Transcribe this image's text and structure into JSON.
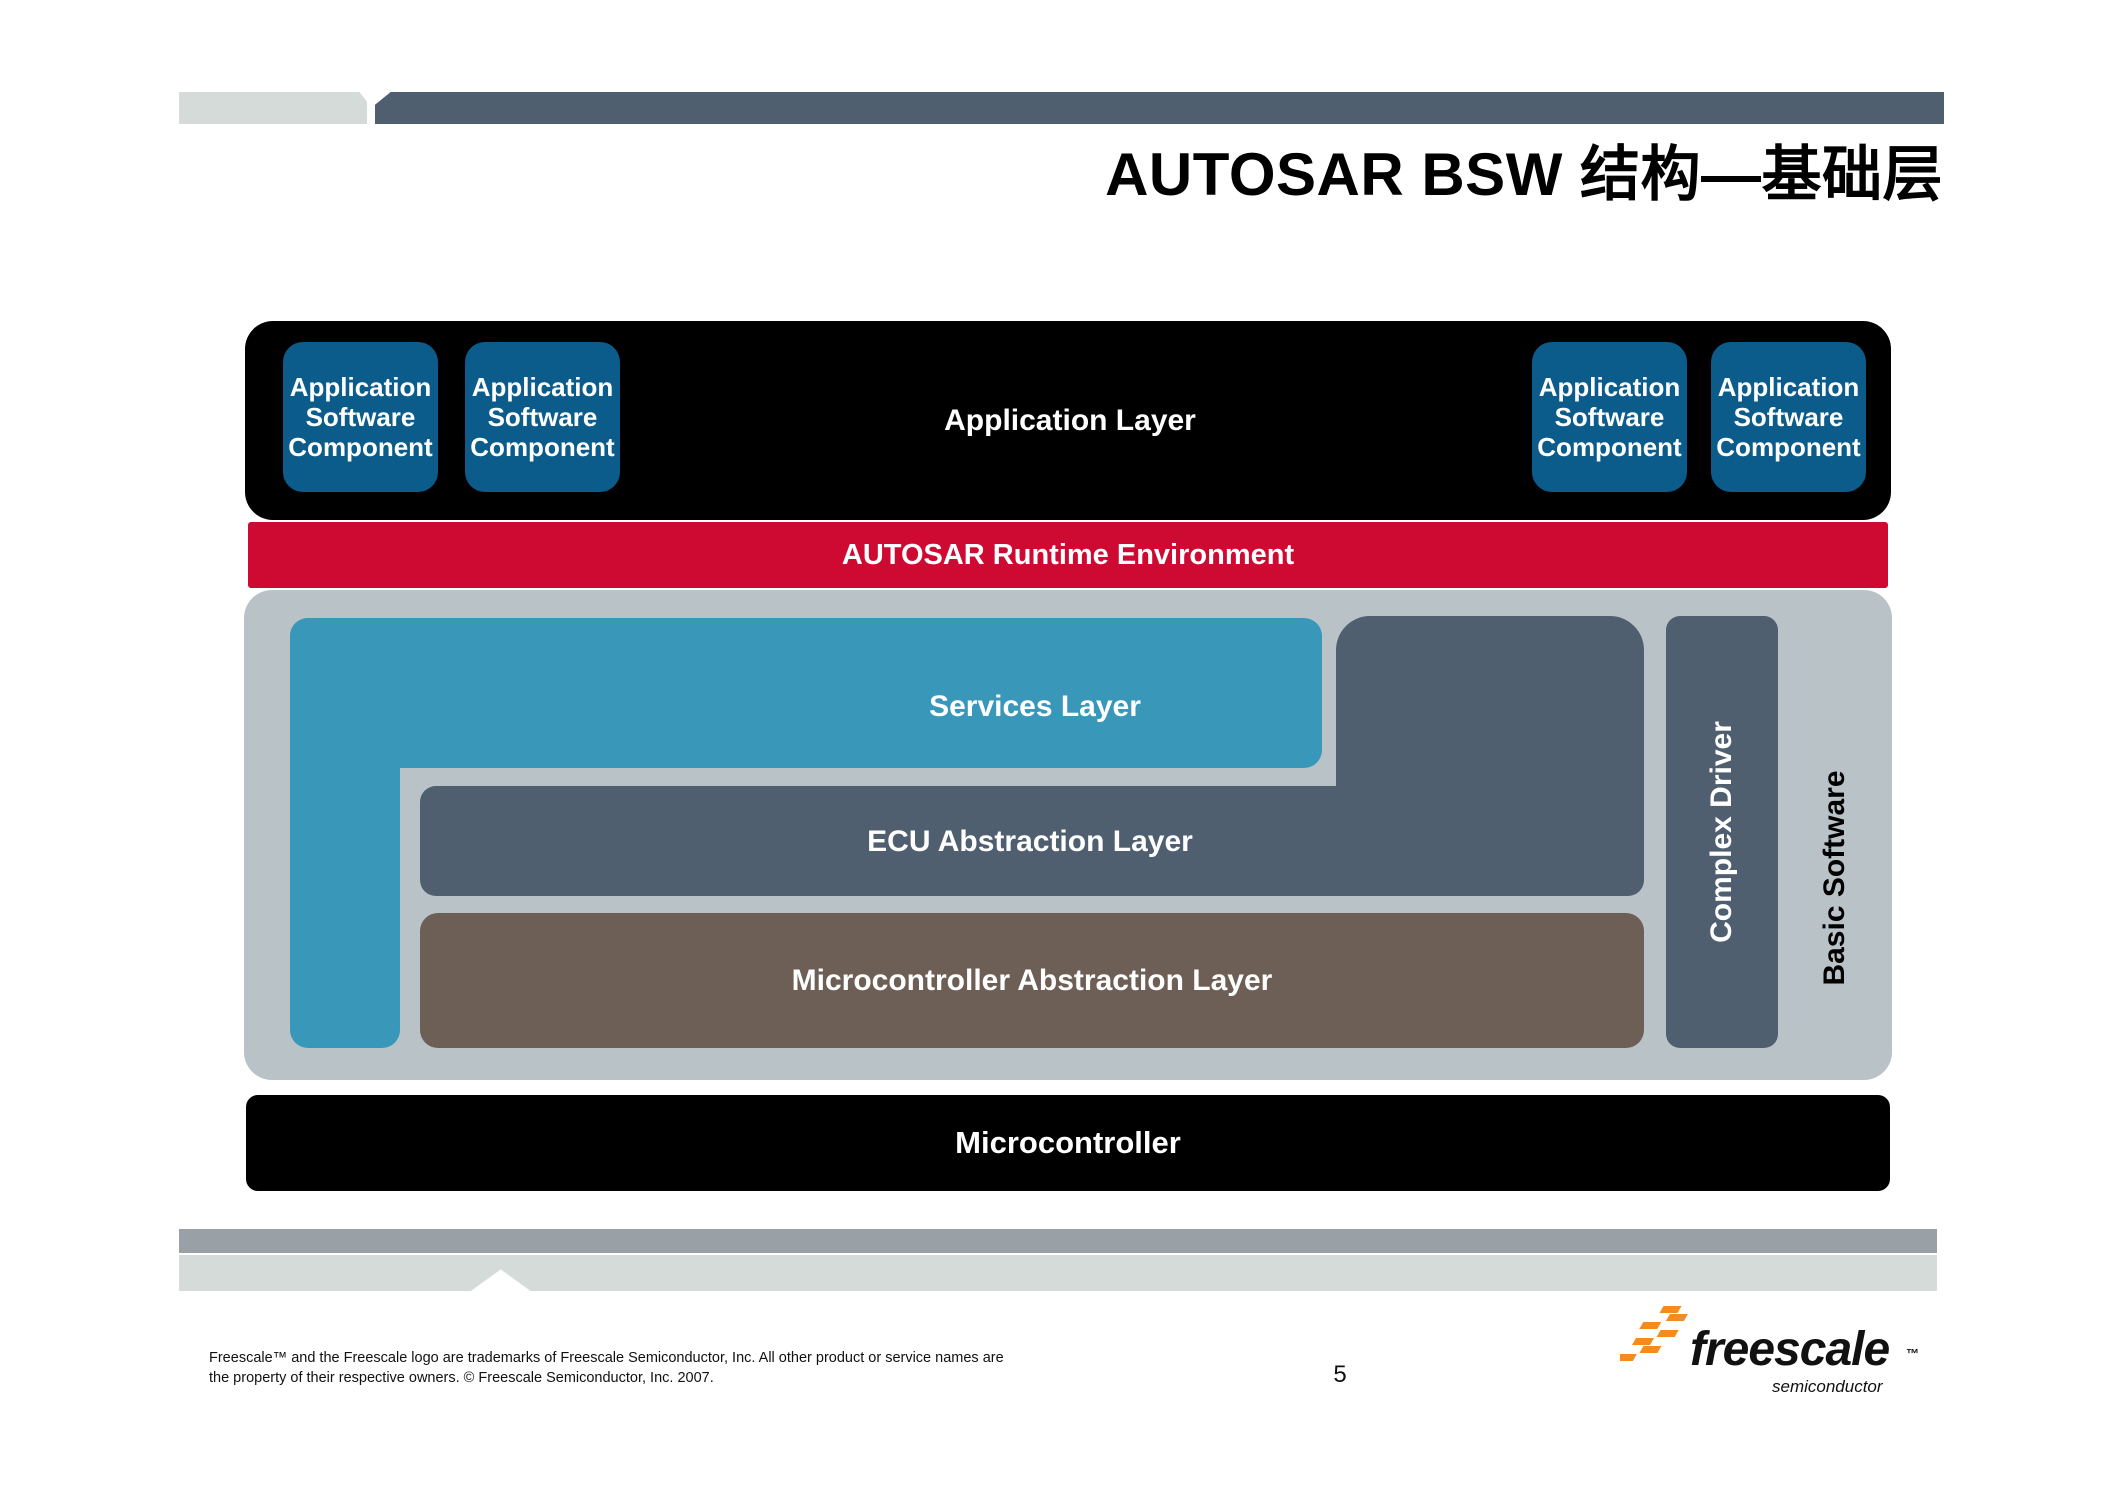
{
  "title": "AUTOSAR BSW 结构—基础层",
  "diagram": {
    "application_layer": {
      "label": "Application Layer",
      "components": [
        {
          "line1": "Application",
          "line2": "Software",
          "line3": "Component"
        },
        {
          "line1": "Application",
          "line2": "Software",
          "line3": "Component"
        },
        {
          "line1": "Application",
          "line2": "Software",
          "line3": "Component"
        },
        {
          "line1": "Application",
          "line2": "Software",
          "line3": "Component"
        }
      ]
    },
    "rte": "AUTOSAR Runtime Environment",
    "services_layer": "Services Layer",
    "ecu_abstraction_layer": "ECU Abstraction Layer",
    "microcontroller_abstraction_layer": "Microcontroller Abstraction Layer",
    "complex_driver": "Complex Driver",
    "basic_software": "Basic Software",
    "microcontroller": "Microcontroller"
  },
  "footer": {
    "legal_line1": "Freescale™ and the Freescale logo are trademarks of Freescale Semiconductor, Inc. All other product or service names are",
    "legal_line2": "the property of their respective owners. © Freescale Semiconductor, Inc. 2007.",
    "page_number": "5",
    "logo_word": "freescale",
    "logo_tm": "™",
    "logo_sub": "semiconductor"
  },
  "colors": {
    "header_dark": "#4f5f70",
    "header_light": "#d4dbd9",
    "app_component": "#0b5c8b",
    "rte": "#cf0a32",
    "services": "#3997ba",
    "ecu_abstraction": "#4f5f70",
    "mcal": "#6d5f55",
    "bsw_panel": "#b9c2c7",
    "logo_orange": "#f28c1e"
  }
}
